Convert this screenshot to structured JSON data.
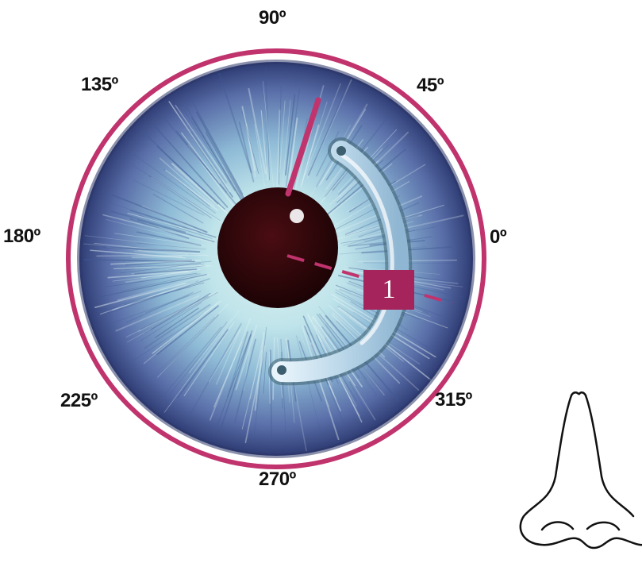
{
  "colors": {
    "ring": "#c0336d",
    "segment_label_bg": "#a5245c",
    "iris_outer": "#3b4a86",
    "iris_inner": "#bfe4ea",
    "pupil": "#2a0508"
  },
  "angles": {
    "a0": "0º",
    "a45": "45º",
    "a90": "90º",
    "a135": "135º",
    "a180": "180º",
    "a225": "225º",
    "a270": "270º",
    "a315": "315º"
  },
  "segment": {
    "label": "1"
  },
  "icons": [
    "iris-illustration",
    "intrastromal-ring-segment",
    "nose-icon"
  ]
}
